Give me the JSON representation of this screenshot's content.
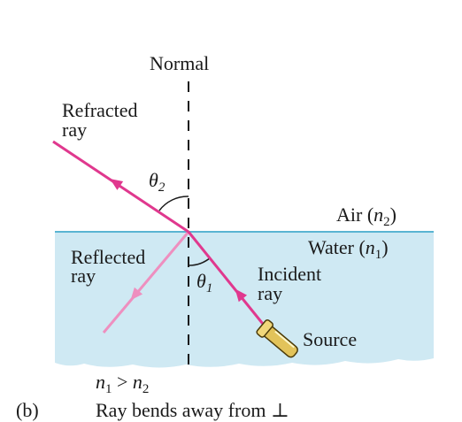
{
  "normal_label": "Normal",
  "refracted_label": {
    "line1": "Refracted",
    "line2": "ray"
  },
  "reflected_label": {
    "line1": "Reflected",
    "line2": "ray"
  },
  "incident_label": {
    "line1": "Incident",
    "line2": "ray"
  },
  "source_label": "Source",
  "air_label": {
    "text": "Air (",
    "var": "n",
    "sub": "2",
    "close": ")"
  },
  "water_label": {
    "text": "Water (",
    "var": "n",
    "sub": "1",
    "close": ")"
  },
  "theta2": {
    "symbol": "θ",
    "sub": "2"
  },
  "theta1": {
    "symbol": "θ",
    "sub": "1"
  },
  "condition": {
    "var1": "n",
    "sub1": "1",
    "op": " > ",
    "var2": "n",
    "sub2": "2"
  },
  "panel_tag": "(b)",
  "caption": "Ray bends away from ⊥",
  "colors": {
    "water": "#cfe9f3",
    "ray": "#e0388e",
    "reflected_ray": "#ee8fbf",
    "surface": "#5ab4d2",
    "text": "#1a1a1a"
  }
}
